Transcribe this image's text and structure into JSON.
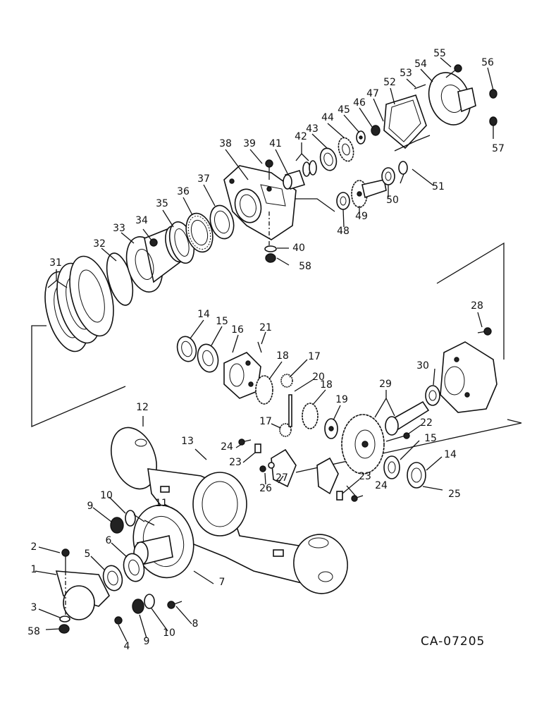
{
  "drawing_code": "CA-07205",
  "callouts": [
    "1",
    "2",
    "3",
    "4",
    "5",
    "6",
    "7",
    "8",
    "9",
    "10",
    "11",
    "12",
    "13",
    "14",
    "15",
    "16",
    "17",
    "18",
    "19",
    "20",
    "21",
    "22",
    "23",
    "24",
    "25",
    "26",
    "27",
    "28",
    "29",
    "30",
    "31",
    "32",
    "33",
    "34",
    "35",
    "36",
    "37",
    "38",
    "39",
    "40",
    "41",
    "42",
    "43",
    "44",
    "45",
    "46",
    "47",
    "48",
    "49",
    "50",
    "51",
    "52",
    "53",
    "54",
    "55",
    "56",
    "57",
    "58"
  ]
}
